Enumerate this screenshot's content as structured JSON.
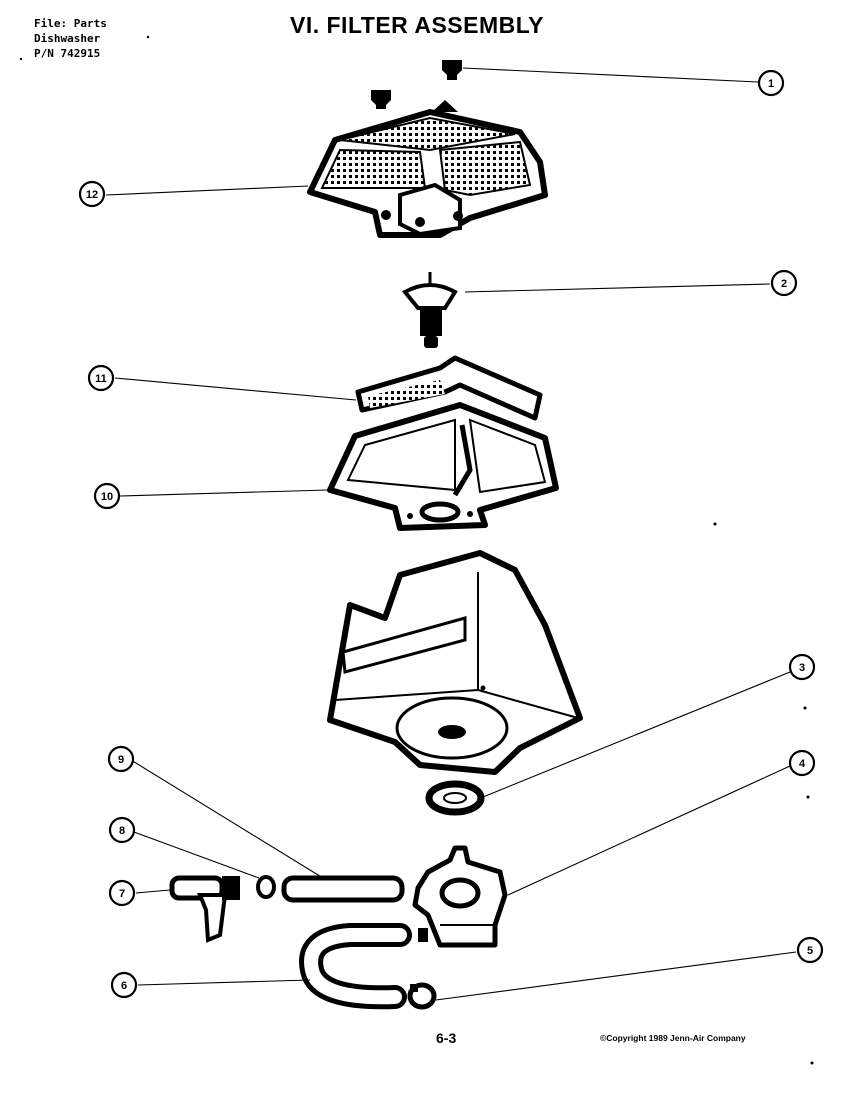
{
  "file_info": {
    "line1": "File: Parts",
    "line2": "Dishwasher",
    "line3": "P/N 742915"
  },
  "title": "VI. FILTER ASSEMBLY",
  "callouts": [
    "1",
    "2",
    "3",
    "4",
    "5",
    "6",
    "7",
    "8",
    "9",
    "10",
    "11",
    "12"
  ],
  "footer": {
    "page": "6-3",
    "copyright": "©Copyright 1989 Jenn-Air Company"
  }
}
